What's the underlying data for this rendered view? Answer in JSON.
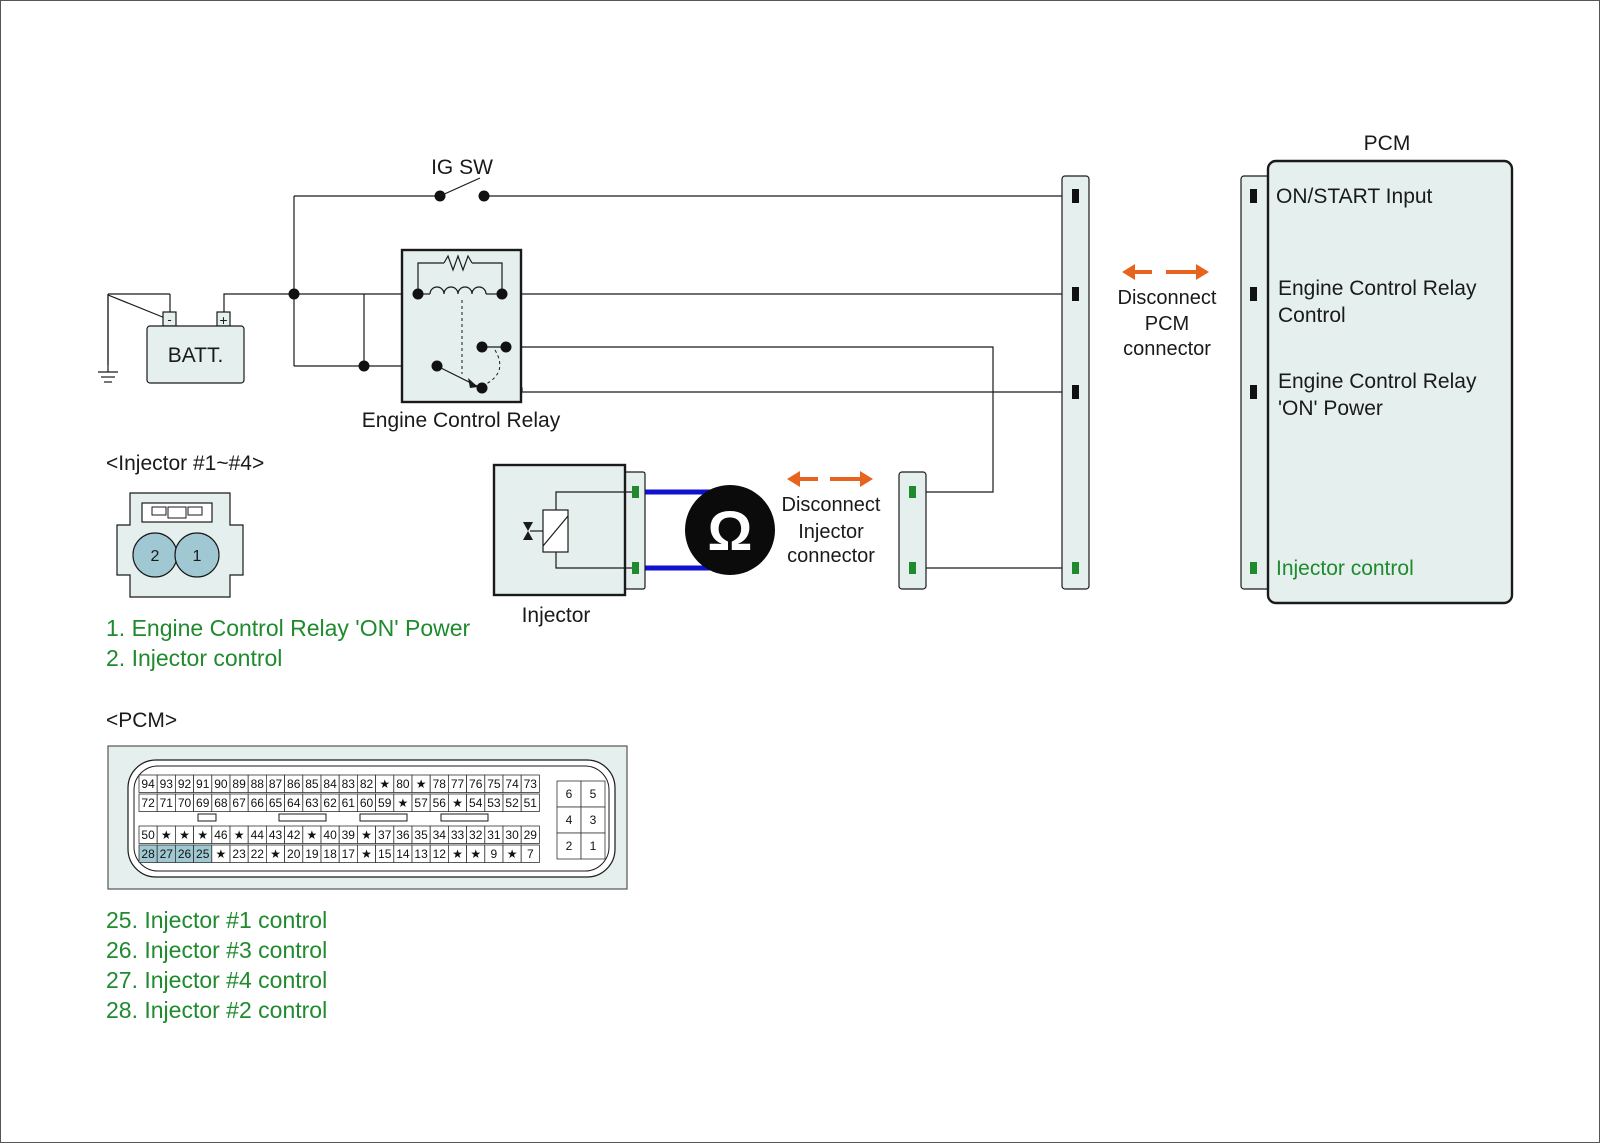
{
  "colors": {
    "component_fill": "#e4efee",
    "label_green": "#1f8a2e",
    "arrow_orange": "#e8641e",
    "probe_blue": "#1010d0",
    "pin_highlight": "#9fc8d2"
  },
  "labels": {
    "ig_sw": "IG SW",
    "batt": "BATT.",
    "batt_minus": "-",
    "batt_plus": "+",
    "relay": "Engine Control Relay",
    "injector": "Injector",
    "ohm": "Ω",
    "pcm_title": "PCM"
  },
  "pcm_inputs": {
    "on_start": "ON/START Input",
    "relay_control_1": "Engine Control Relay",
    "relay_control_2": "Control",
    "relay_on_1": "Engine Control Relay",
    "relay_on_2": "'ON' Power",
    "injector_control": "Injector control"
  },
  "disconnect_pcm": [
    "Disconnect",
    "PCM",
    "connector"
  ],
  "disconnect_injector": [
    "Disconnect",
    "Injector",
    "connector"
  ],
  "injector_connector": {
    "title": "<Injector #1~#4>",
    "pin_1": "1",
    "pin_2": "2",
    "legend": [
      "1. Engine Control Relay 'ON' Power",
      "2. Injector control"
    ]
  },
  "pcm_connector": {
    "title": "<PCM>",
    "rows": [
      [
        "94",
        "93",
        "92",
        "91",
        "90",
        "89",
        "88",
        "87",
        "86",
        "85",
        "84",
        "83",
        "82",
        "★",
        "80",
        "★",
        "78",
        "77",
        "76",
        "75",
        "74",
        "73"
      ],
      [
        "72",
        "71",
        "70",
        "69",
        "68",
        "67",
        "66",
        "65",
        "64",
        "63",
        "62",
        "61",
        "60",
        "59",
        "★",
        "57",
        "56",
        "★",
        "54",
        "53",
        "52",
        "51"
      ],
      [
        "50",
        "★",
        "★",
        "★",
        "46",
        "★",
        "44",
        "43",
        "42",
        "★",
        "40",
        "39",
        "★",
        "37",
        "36",
        "35",
        "34",
        "33",
        "32",
        "31",
        "30",
        "29"
      ],
      [
        "28",
        "27",
        "26",
        "25",
        "★",
        "23",
        "22",
        "★",
        "20",
        "19",
        "18",
        "17",
        "★",
        "15",
        "14",
        "13",
        "12",
        "★",
        "★",
        "9",
        "★",
        "7"
      ]
    ],
    "highlighted": [
      "25",
      "26",
      "27",
      "28"
    ],
    "side_block": [
      [
        "6",
        "5"
      ],
      [
        "4",
        "3"
      ],
      [
        "2",
        "1"
      ]
    ],
    "legend": [
      "25. Injector #1 control",
      "26. Injector #3 control",
      "27. Injector #4 control",
      "28. Injector #2 control"
    ]
  }
}
